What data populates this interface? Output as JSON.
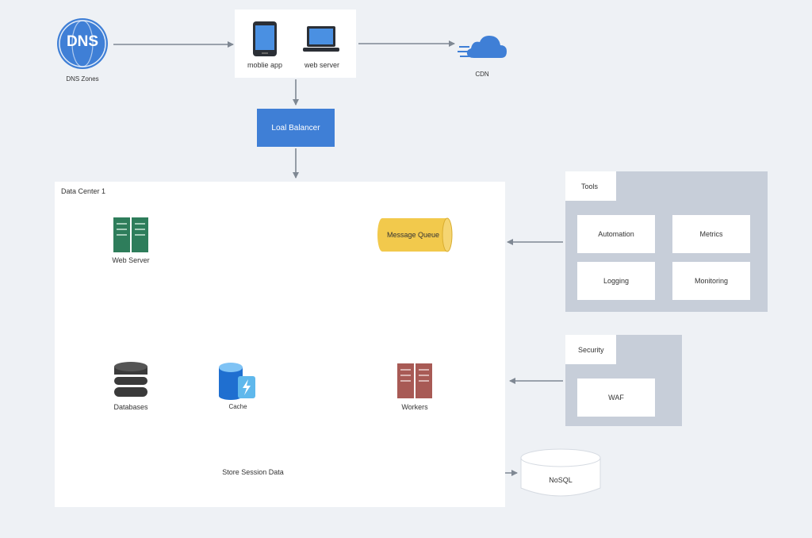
{
  "dns": {
    "badge": "DNS",
    "label": "DNS Zones"
  },
  "clients": {
    "mobile_label": "moblie app",
    "web_label": "web server"
  },
  "cdn": {
    "label": "CDN"
  },
  "load_balancer": {
    "label": "Loal Balancer"
  },
  "data_center": {
    "title": "Data Center 1",
    "web_server": "Web Server",
    "message_queue": "Message Queue",
    "databases": "Databases",
    "cache": "Cache",
    "workers": "Workers",
    "store_session": "Store Session Data"
  },
  "nosql": {
    "label": "NoSQL"
  },
  "tools": {
    "title": "Tools",
    "items": [
      "Automation",
      "Metrics",
      "Logging",
      "Monitoring"
    ]
  },
  "security": {
    "title": "Security",
    "items": [
      "WAF"
    ]
  },
  "colors": {
    "background": "#eef1f5",
    "accent_blue": "#3f7fd6",
    "server_green": "#2e7d5b",
    "queue_yellow": "#f2c94c",
    "workers_red": "#a85a55",
    "panel_gray": "#c7ced9",
    "arrow_gray": "#7f8893"
  }
}
